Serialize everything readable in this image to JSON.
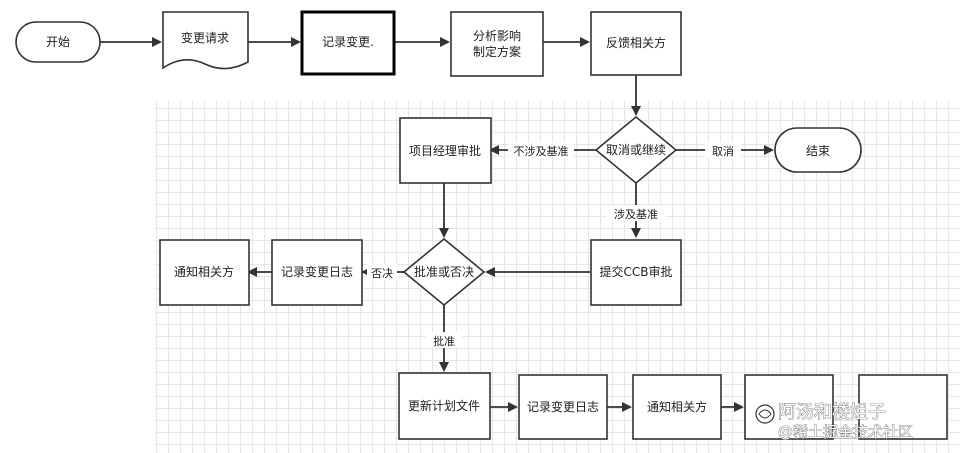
{
  "nodes": {
    "start": "开始",
    "request": "变更请求",
    "record": "记录变更.",
    "analyze_1": "分析影响",
    "analyze_2": "制定方案",
    "feedback": "反馈相关方",
    "cancel_or_continue": "取消或继续",
    "end": "结束",
    "pm_approval": "项目经理审批",
    "ccb_submit": "提交CCB审批",
    "approve_or_reject": "批准或否决",
    "log_change_reject": "记录变更日志",
    "notify_reject": "通知相关方",
    "update_plan": "更新计划文件",
    "log_change_approve": "记录变更日志",
    "notify_approve": "通知相关方"
  },
  "edges": {
    "not_baseline": "不涉及基准",
    "cancel": "取消",
    "baseline": "涉及基准",
    "reject": "否决",
    "approve": "批准"
  },
  "watermark": {
    "line1": "阿汤和楼姐子",
    "line2": "@稀土掘金技术社区"
  }
}
